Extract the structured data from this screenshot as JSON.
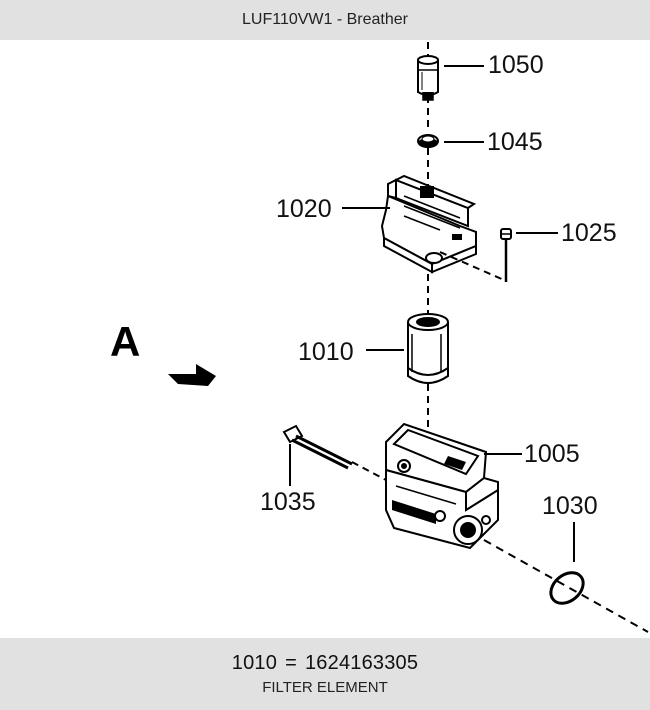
{
  "header": {
    "title": "LUF110VW1 - Breather"
  },
  "diagram": {
    "view_label": "A",
    "callouts": {
      "c1050": "1050",
      "c1045": "1045",
      "c1020": "1020",
      "c1025": "1025",
      "c1010": "1010",
      "c1005": "1005",
      "c1035": "1035",
      "c1030": "1030"
    }
  },
  "footer": {
    "part_ref": "1010",
    "equals": "=",
    "part_number": "1624163305",
    "description": "FILTER ELEMENT"
  }
}
